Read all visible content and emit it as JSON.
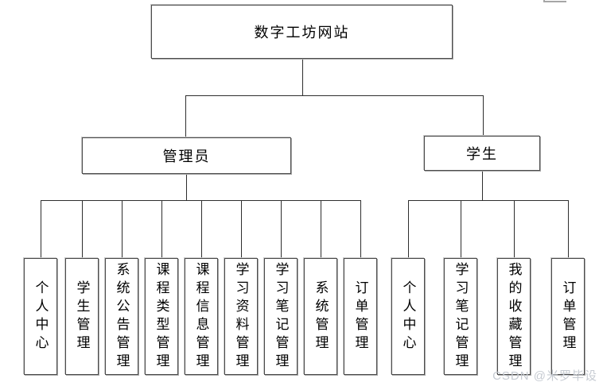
{
  "diagram": {
    "title_node": {
      "label": "数字工坊网站"
    },
    "admin": {
      "label": "管理员",
      "children": [
        "个人中心",
        "学生管理",
        "系统公告管理",
        "课程类型管理",
        "课程信息管理",
        "学习资料管理",
        "学习笔记管理",
        "系统管理",
        "订单管理"
      ]
    },
    "student": {
      "label": "学生",
      "children": [
        "个人中心",
        "学习笔记管理",
        "我的收藏管理",
        "订单管理"
      ]
    }
  },
  "watermark": {
    "text": "CSDN @米罗毕设"
  },
  "colors": {
    "background": "#ffffff",
    "box_border": "#4c4c4c",
    "connector_line": "#2e2e2e",
    "watermark_text": "#c6cbd2"
  }
}
